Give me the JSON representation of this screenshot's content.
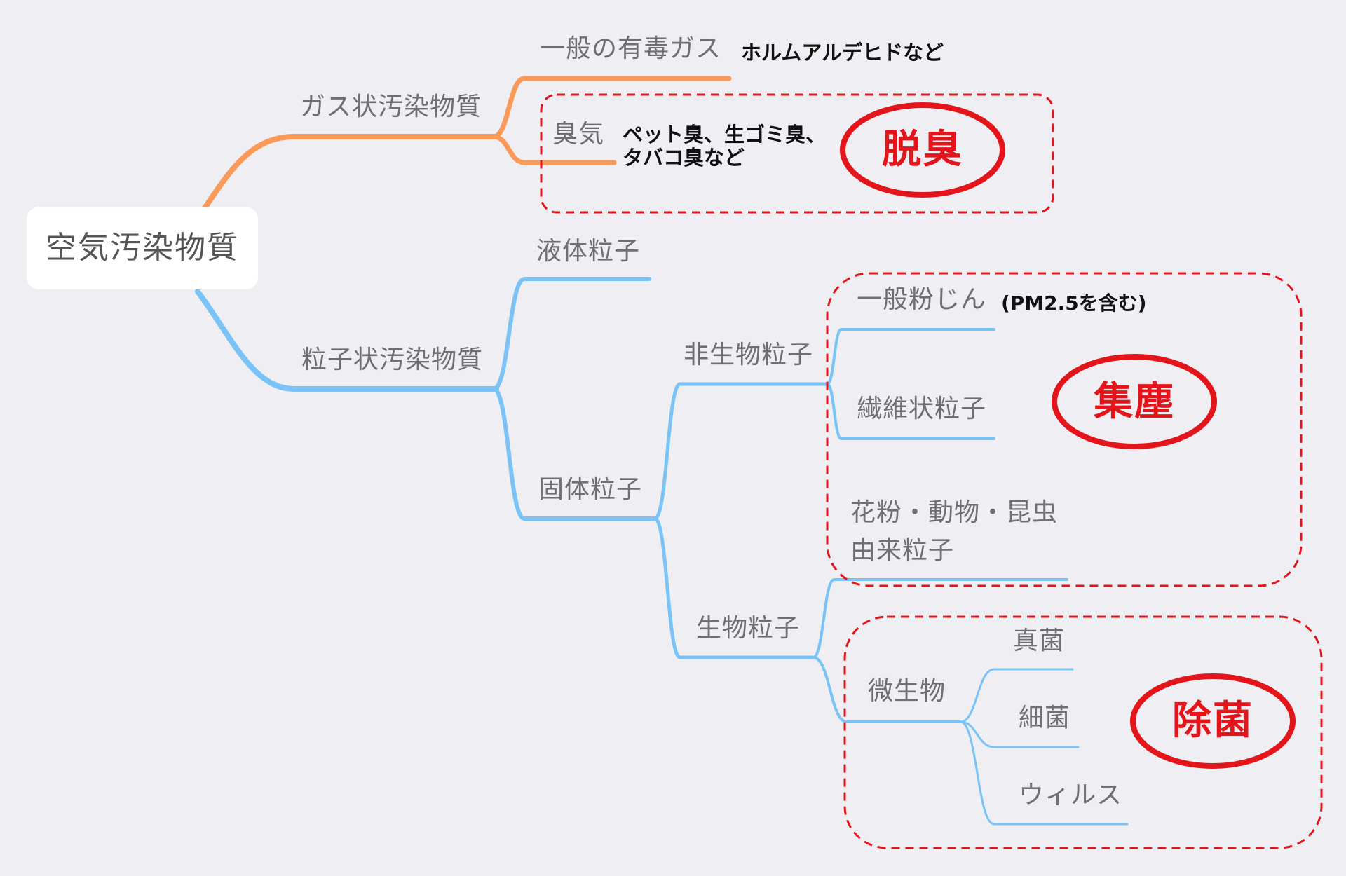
{
  "root": {
    "label": "空気汚染物質"
  },
  "gas": {
    "label": "ガス状汚染物質",
    "general": {
      "label": "一般の有毒ガス",
      "note": "ホルムアルデヒドなど"
    },
    "odor": {
      "label": "臭気",
      "note_line1": "ペット臭、生ゴミ臭、",
      "note_line2": "タバコ臭など"
    }
  },
  "particle": {
    "label": "粒子状汚染物質",
    "liquid": {
      "label": "液体粒子"
    },
    "solid": {
      "label": "固体粒子",
      "nonbio": {
        "label": "非生物粒子",
        "dust": {
          "label": "一般粉じん",
          "note": "(PM2.5を含む)"
        },
        "fiber": {
          "label": "繊維状粒子"
        }
      },
      "bio": {
        "label": "生物粒子",
        "pollen": {
          "label_line1": "花粉・動物・昆虫",
          "label_line2": "由来粒子"
        },
        "microbe": {
          "label": "微生物",
          "fungi": {
            "label": "真菌"
          },
          "bacteria": {
            "label": "細菌"
          },
          "virus": {
            "label": "ウィルス"
          }
        }
      }
    }
  },
  "stamps": {
    "deodorize": "脱臭",
    "dust_collection": "集塵",
    "sterilize": "除菌"
  },
  "colors": {
    "gas_branch": "#fa9a5a",
    "particle_branch": "#79c3f7",
    "dashed_group": "#e4141b",
    "stamp": "#e4141b",
    "background": "#efeff3"
  }
}
